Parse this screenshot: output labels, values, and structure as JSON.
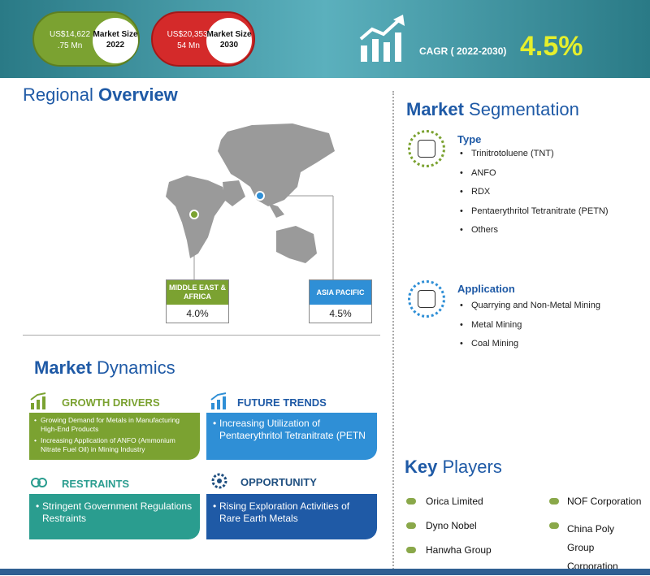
{
  "header": {
    "market_2022": {
      "value": "US$14,622 .75 Mn",
      "label": "Market Size 2022"
    },
    "market_2030": {
      "value": "US$20,353. 54 Mn",
      "label": "Market Size 2030"
    },
    "cagr_label": "CAGR ( 2022-2030)",
    "cagr_value": "4.5%"
  },
  "regional": {
    "title_a": "Regional ",
    "title_b": "Overview",
    "regions": [
      {
        "name": "MIDDLE EAST & AFRICA",
        "value": "4.0%",
        "color": "#7ba231"
      },
      {
        "name": "ASIA PACIFIC",
        "value": "4.5%",
        "color": "#2f8fd6"
      }
    ]
  },
  "segmentation": {
    "title_a": "Market ",
    "title_b": "Segmentation",
    "type_label": "Type",
    "type_items": [
      "Trinitrotoluene (TNT)",
      "ANFO",
      "RDX",
      "Pentaerythritol Tetranitrate (PETN)",
      "Others"
    ],
    "application_label": "Application",
    "application_items": [
      "Quarrying and Non-Metal Mining",
      "Metal Mining",
      "Coal Mining"
    ]
  },
  "dynamics": {
    "title_a": "Market ",
    "title_b": "Dynamics",
    "growth_drivers": {
      "label": "GROWTH DRIVERS",
      "items": [
        "Growing Demand for Metals in Manufacturing High-End Products",
        "Increasing Application of ANFO (Ammonium Nitrate Fuel Oil) in Mining Industry"
      ]
    },
    "future_trends": {
      "label": "FUTURE TRENDS",
      "items": [
        "Increasing Utilization of Pentaerythritol Tetranitrate (PETN"
      ]
    },
    "restraints": {
      "label": "RESTRAINTS",
      "items": [
        "Stringent Government Regulations Restraints"
      ]
    },
    "opportunity": {
      "label": "OPPORTUNITY",
      "items": [
        "Rising Exploration Activities of Rare Earth Metals"
      ]
    }
  },
  "key_players": {
    "title_a": "Key ",
    "title_b": "Players",
    "items": [
      "Orica Limited",
      "Dyno Nobel",
      "Hanwha Group",
      "NOF Corporation",
      "China Poly Group Corporation"
    ]
  },
  "colors": {
    "green": "#7ba231",
    "blue": "#2f8fd6",
    "teal": "#2a9d8f",
    "navy": "#1f5aa6"
  }
}
